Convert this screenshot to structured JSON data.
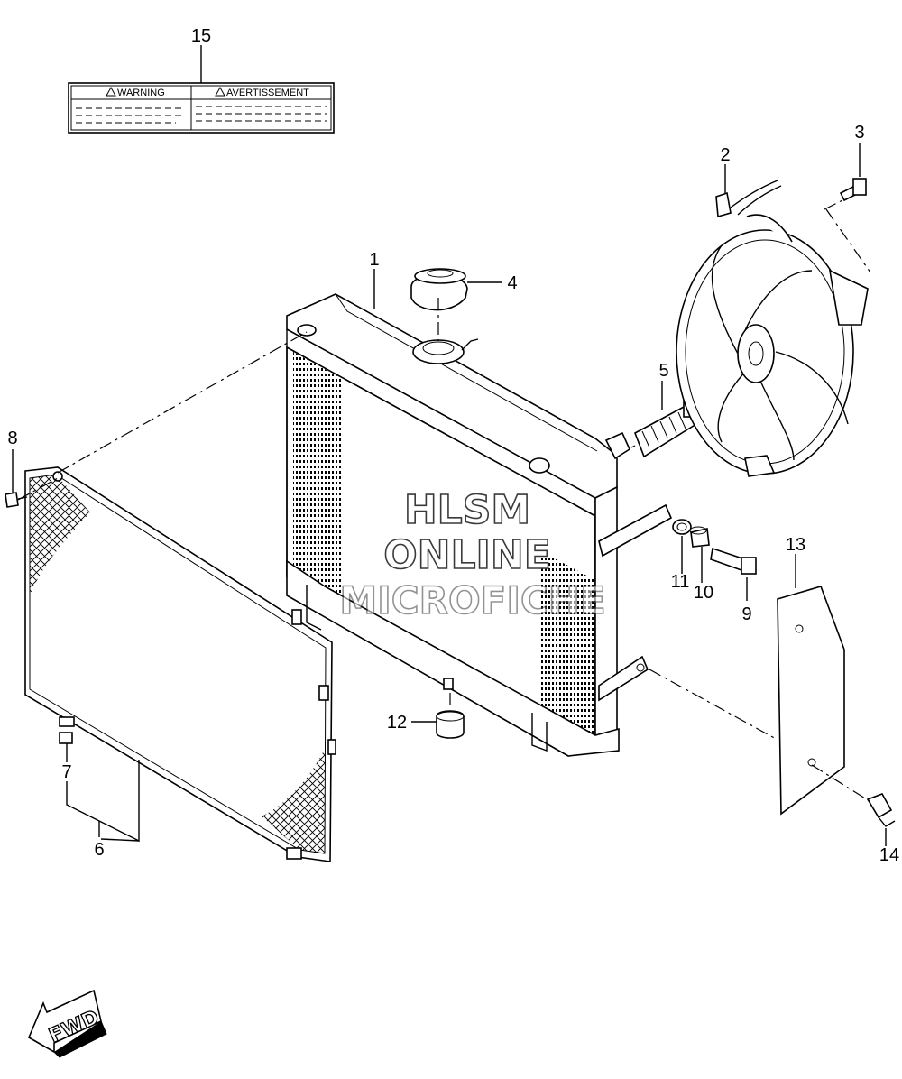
{
  "warning_label": {
    "left_title": "WARNING",
    "right_title": "AVERTISSEMENT"
  },
  "callouts": {
    "c1": "1",
    "c2": "2",
    "c3": "3",
    "c4": "4",
    "c5": "5",
    "c6": "6",
    "c7": "7",
    "c8": "8",
    "c9": "9",
    "c10": "10",
    "c11": "11",
    "c12": "12",
    "c13": "13",
    "c14": "14",
    "c15": "15"
  },
  "watermark": {
    "line1": "HLSM",
    "line2": "ONLINE",
    "line3": "MICROFICHE"
  },
  "fwd_arrow": {
    "text": "FWD"
  }
}
